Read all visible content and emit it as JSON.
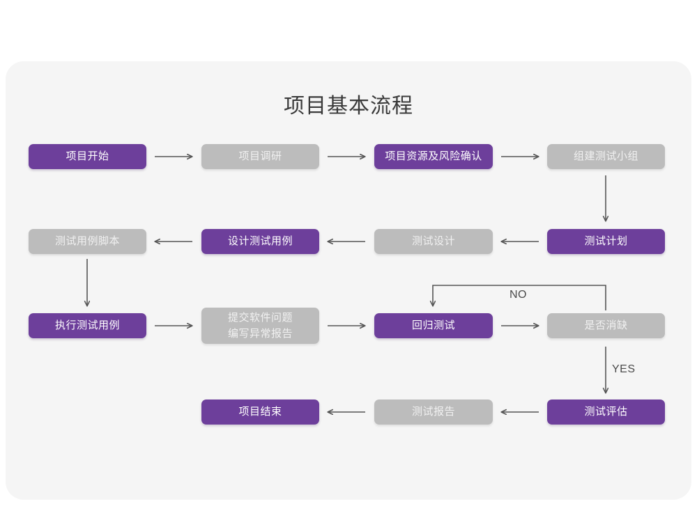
{
  "diagram": {
    "title": "项目基本流程",
    "colors": {
      "accent_purple": "#6d3f9b",
      "muted_gray": "#bcbcbc",
      "card_background": "#f5f5f5",
      "page_background": "#ffffff",
      "arrow": "#555555",
      "title_text": "#3a3a3a"
    },
    "nodes": [
      {
        "id": "n1",
        "label": "项目开始",
        "style": "purple",
        "row": 1,
        "col": 1
      },
      {
        "id": "n2",
        "label": "项目调研",
        "style": "gray",
        "row": 1,
        "col": 2
      },
      {
        "id": "n3",
        "label": "项目资源及风险确认",
        "style": "purple",
        "row": 1,
        "col": 3
      },
      {
        "id": "n4",
        "label": "组建测试小组",
        "style": "gray",
        "row": 1,
        "col": 4
      },
      {
        "id": "n5",
        "label": "测试用例脚本",
        "style": "gray",
        "row": 2,
        "col": 1
      },
      {
        "id": "n6",
        "label": "设计测试用例",
        "style": "purple",
        "row": 2,
        "col": 2
      },
      {
        "id": "n7",
        "label": "测试设计",
        "style": "gray",
        "row": 2,
        "col": 3
      },
      {
        "id": "n8",
        "label": "测试计划",
        "style": "purple",
        "row": 2,
        "col": 4
      },
      {
        "id": "n9",
        "label": "执行测试用例",
        "style": "purple",
        "row": 3,
        "col": 1
      },
      {
        "id": "n10",
        "label": "提交软件问题\n编写异常报告",
        "style": "gray",
        "row": 3,
        "col": 2
      },
      {
        "id": "n11",
        "label": "回归测试",
        "style": "purple",
        "row": 3,
        "col": 3
      },
      {
        "id": "n12",
        "label": "是否消缺",
        "style": "gray",
        "row": 3,
        "col": 4
      },
      {
        "id": "n13",
        "label": "项目结束",
        "style": "purple",
        "row": 4,
        "col": 2
      },
      {
        "id": "n14",
        "label": "测试报告",
        "style": "gray",
        "row": 4,
        "col": 3
      },
      {
        "id": "n15",
        "label": "测试评估",
        "style": "purple",
        "row": 4,
        "col": 4
      }
    ],
    "edges": [
      {
        "from": "n1",
        "to": "n2",
        "label": "",
        "direction": "right"
      },
      {
        "from": "n2",
        "to": "n3",
        "label": "",
        "direction": "right"
      },
      {
        "from": "n3",
        "to": "n4",
        "label": "",
        "direction": "right"
      },
      {
        "from": "n4",
        "to": "n8",
        "label": "",
        "direction": "down"
      },
      {
        "from": "n8",
        "to": "n7",
        "label": "",
        "direction": "left"
      },
      {
        "from": "n7",
        "to": "n6",
        "label": "",
        "direction": "left"
      },
      {
        "from": "n6",
        "to": "n5",
        "label": "",
        "direction": "left"
      },
      {
        "from": "n5",
        "to": "n9",
        "label": "",
        "direction": "down"
      },
      {
        "from": "n9",
        "to": "n10",
        "label": "",
        "direction": "right"
      },
      {
        "from": "n10",
        "to": "n11",
        "label": "",
        "direction": "right"
      },
      {
        "from": "n11",
        "to": "n12",
        "label": "",
        "direction": "right"
      },
      {
        "from": "n12",
        "to": "n11",
        "label": "NO",
        "direction": "loop-up-left"
      },
      {
        "from": "n12",
        "to": "n15",
        "label": "YES",
        "direction": "down"
      },
      {
        "from": "n15",
        "to": "n14",
        "label": "",
        "direction": "left"
      },
      {
        "from": "n14",
        "to": "n13",
        "label": "",
        "direction": "left"
      }
    ],
    "edge_labels": {
      "no": "NO",
      "yes": "YES"
    }
  }
}
